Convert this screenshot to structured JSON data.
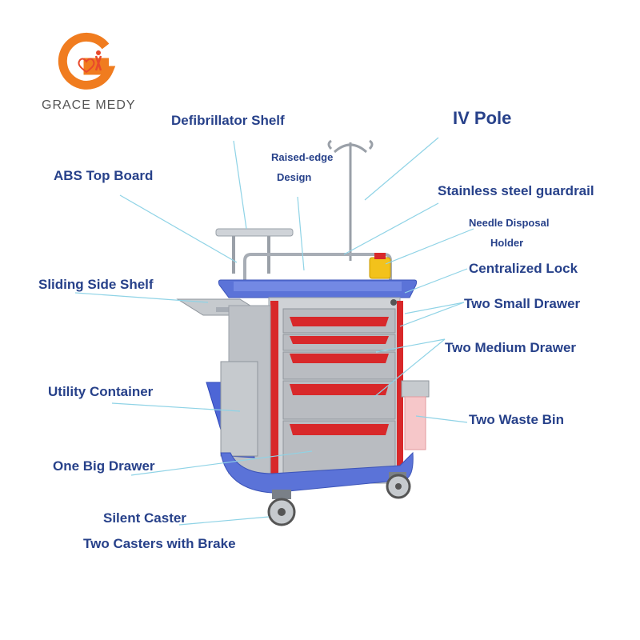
{
  "brand": {
    "name": "GRACE MEDY",
    "logo_colors": [
      "#f07c1f",
      "#e8492b"
    ]
  },
  "labels": {
    "defibrillator_shelf": "Defibrillator Shelf",
    "iv_pole": "IV Pole",
    "raised_edge_line1": "Raised-edge",
    "raised_edge_line2": "Design",
    "abs_top_board": "ABS Top Board",
    "stainless_guardrail": "Stainless steel guardrail",
    "needle_disposal_line1": "Needle Disposal",
    "needle_disposal_line2": "Holder",
    "centralized_lock": "Centralized Lock",
    "sliding_side_shelf": "Sliding Side Shelf",
    "two_small_drawer": "Two Small Drawer",
    "two_medium_drawer": "Two Medium Drawer",
    "utility_container": "Utility Container",
    "two_waste_bin": "Two Waste Bin",
    "one_big_drawer": "One Big Drawer",
    "silent_caster": "Silent Caster",
    "two_casters_brake": "Two Casters with Brake"
  },
  "colors": {
    "label_text": "#27418a",
    "cart_blue": "#5b73d8",
    "drawer_red": "#d8282a",
    "drawer_gray": "#b9bcc1",
    "leader_line": "#8fd3e6"
  }
}
